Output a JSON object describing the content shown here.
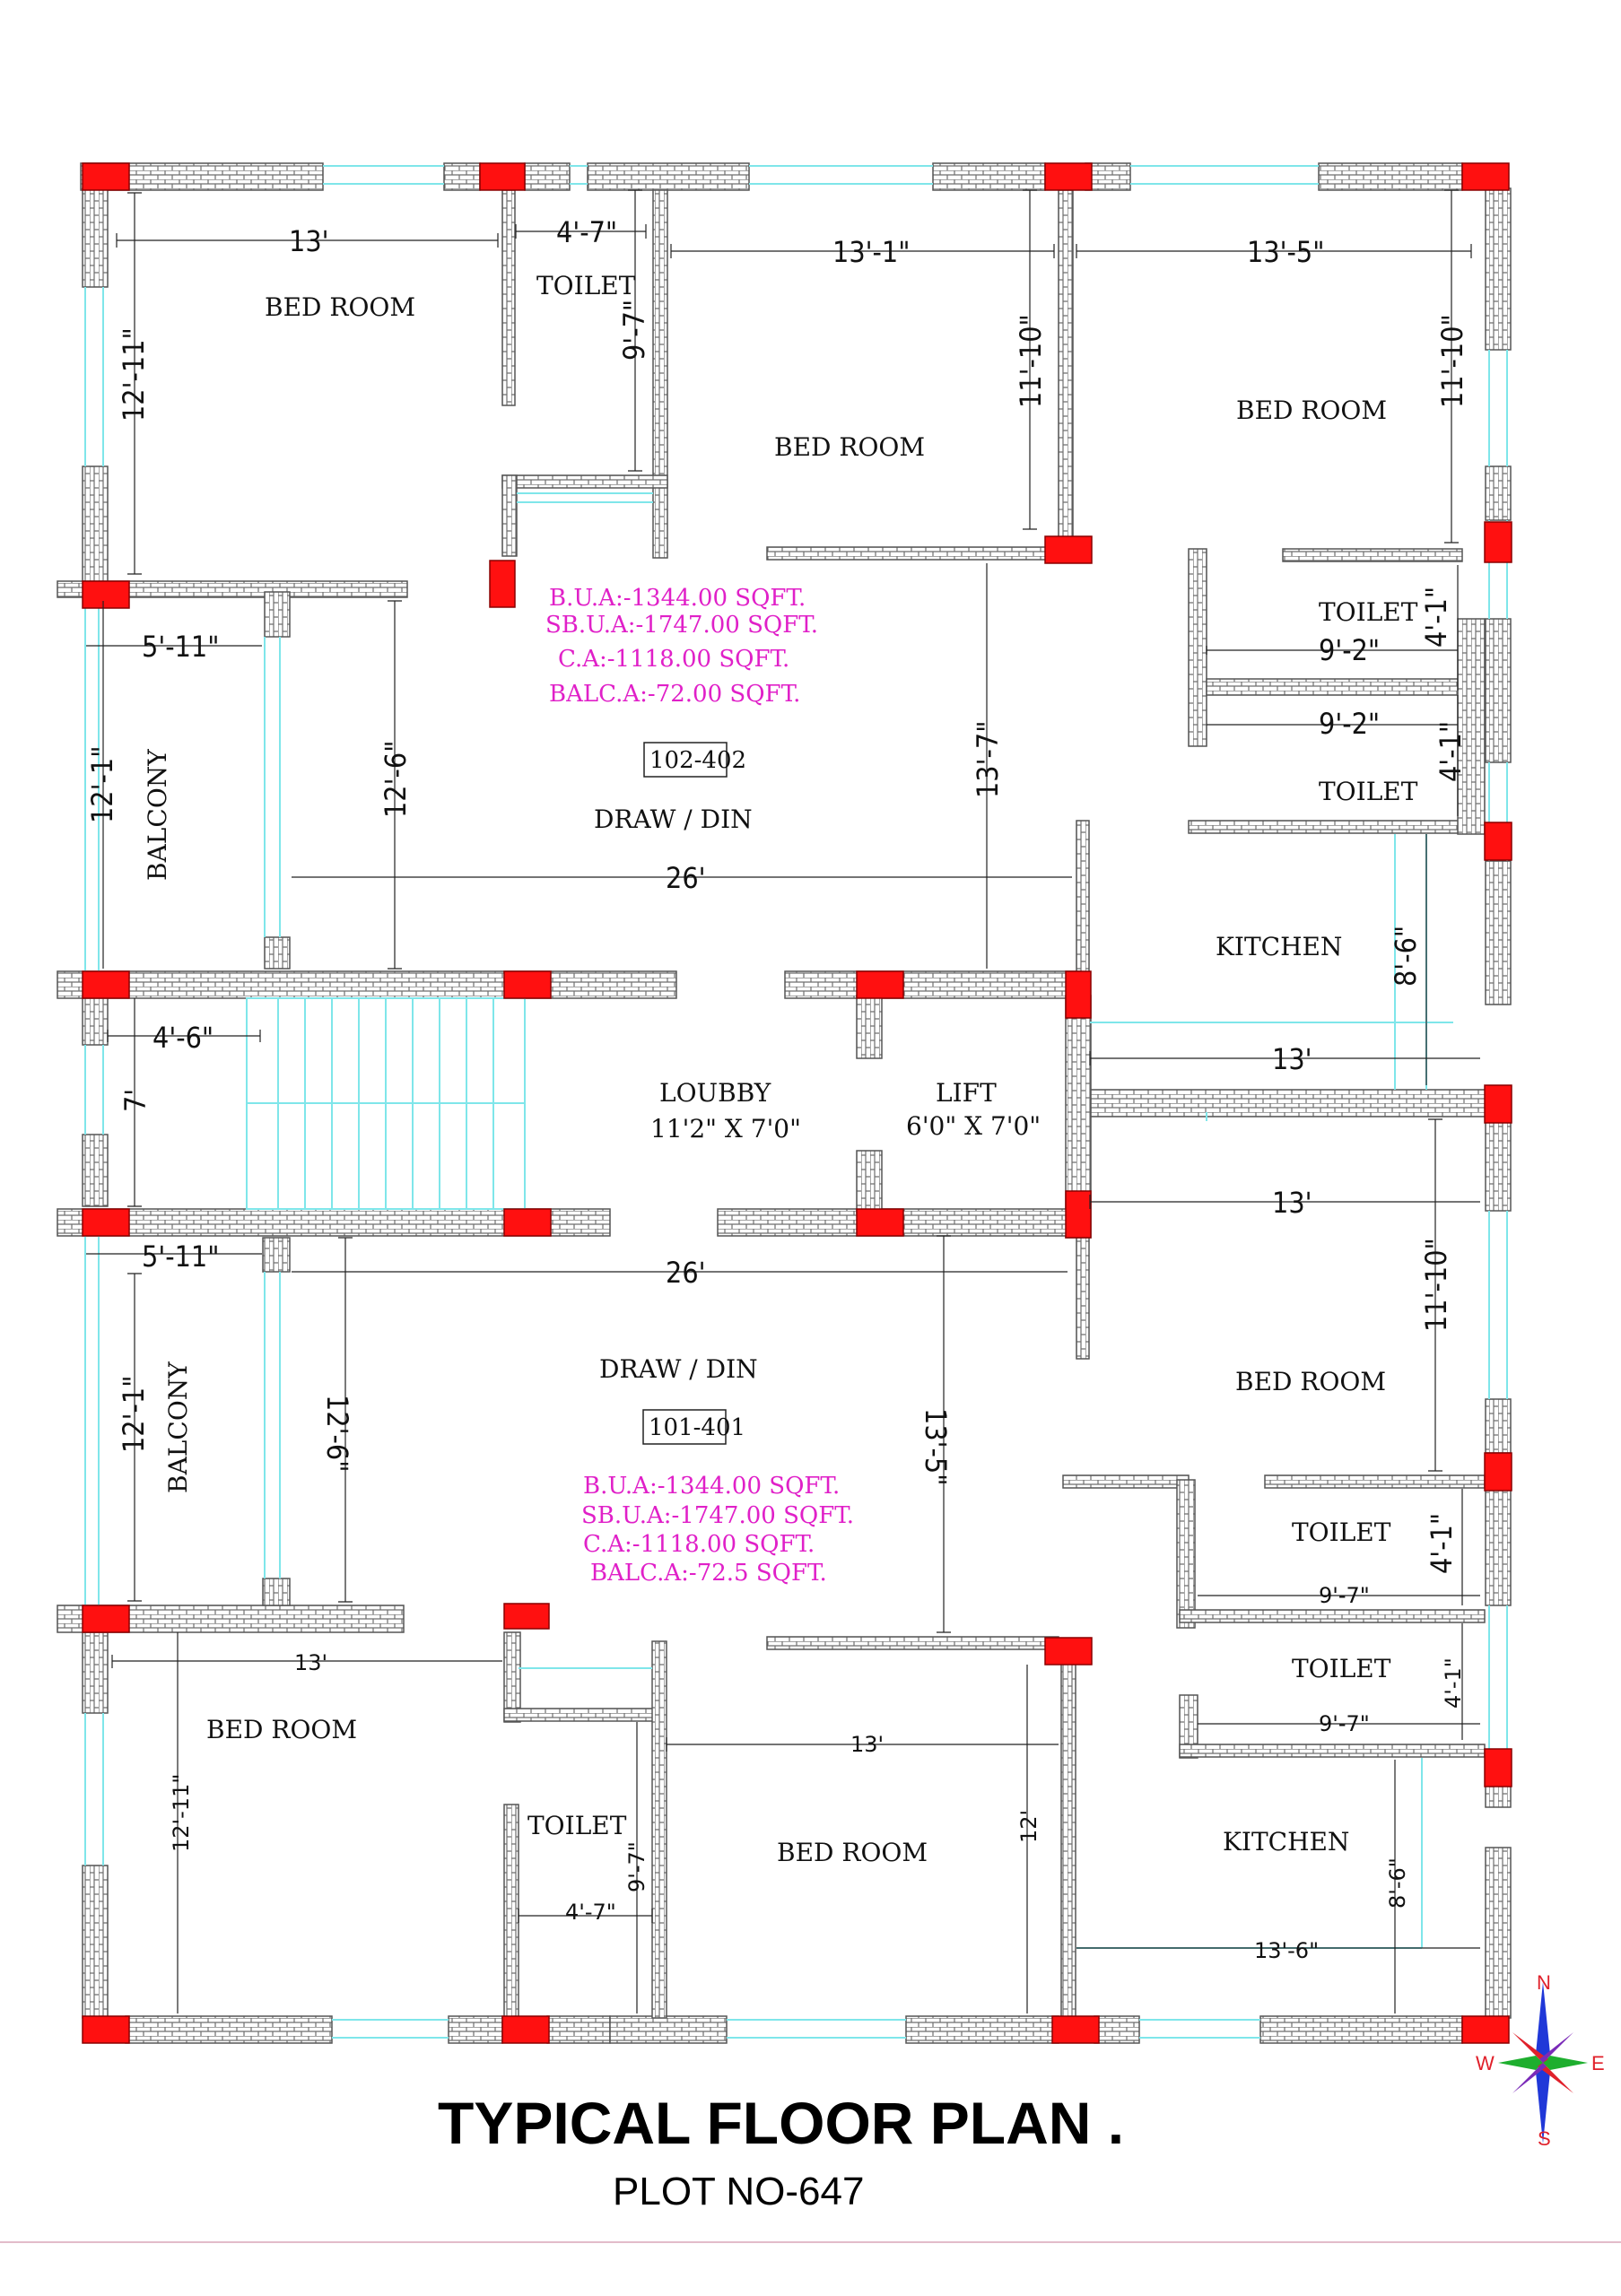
{
  "title": "TYPICAL FLOOR PLAN .",
  "subtitle": "PLOT NO-647",
  "compass": {
    "n": "N",
    "s": "S",
    "e": "E",
    "w": "W"
  },
  "colors": {
    "column": "#ff1010",
    "wall": "#7a7a7a",
    "glass": "#7fe6ea",
    "area_text": "#e020c8"
  },
  "rooms": {
    "bed1": "BED ROOM",
    "toilet1": "TOILET",
    "bed2": "BED ROOM",
    "bed3": "BED ROOM",
    "toilet2": "TOILET",
    "toilet3": "TOILET",
    "balcony1": "BALCONY",
    "drawdin1": "DRAW / DIN",
    "kitchen1": "KITCHEN",
    "lobby": "LOUBBY",
    "lobby_size": "11'2\" X 7'0\"",
    "lift": "LIFT",
    "lift_size": "6'0\" X 7'0\"",
    "balcony2": "BALCONY",
    "drawdin2": "DRAW / DIN",
    "bed4": "BED ROOM",
    "toilet4": "TOILET",
    "toilet5": "TOILET",
    "bed5": "BED ROOM",
    "toilet6": "TOILET",
    "bed6": "BED ROOM",
    "kitchen2": "KITCHEN"
  },
  "units": {
    "upper": {
      "number": "102-402",
      "bua": "B.U.A:-1344.00 SQFT.",
      "sbua": "SB.U.A:-1747.00 SQFT.",
      "ca": "C.A:-1118.00 SQFT.",
      "balc": "BALC.A:-72.00 SQFT."
    },
    "lower": {
      "number": "101-401",
      "bua": "B.U.A:-1344.00 SQFT.",
      "sbua": "SB.U.A:-1747.00 SQFT.",
      "ca": "C.A:-1118.00 SQFT.",
      "balc": "BALC.A:-72.5 SQFT."
    }
  },
  "dims": {
    "d1": "13'",
    "d2": "4'-7\"",
    "d3": "13'-1\"",
    "d4": "13'-5\"",
    "d5": "12'-11\"",
    "d6": "9'-7\"",
    "d7": "11'-10\"",
    "d8": "11'-10\"",
    "d9": "5'-11\"",
    "d10": "12'-6\"",
    "d11": "12'-1\"",
    "d12": "26'",
    "d13": "13'-7\"",
    "d14": "9'-2\"",
    "d15": "4'-1\"",
    "d16": "9'-2\"",
    "d17": "4'-1\"",
    "d18": "8'-6\"",
    "d19": "4'-6\"",
    "d20": "7'",
    "d21": "13'",
    "d22": "13'",
    "d23": "5'-11\"",
    "d24": "26'",
    "d25": "11'-10\"",
    "d26": "12'-1\"",
    "d27": "12'-6\"",
    "d28": "13'-5\"",
    "d29": "4'-1\"",
    "d30": "9'-7\"",
    "d31": "13'",
    "d32": "4'-1\"",
    "d33": "9'-7\"",
    "d34": "13'",
    "d35": "12'-11\"",
    "d36": "9'-7\"",
    "d37": "4'-7\"",
    "d38": "12'",
    "d39": "8'-6\"",
    "d40": "13'-6\""
  }
}
